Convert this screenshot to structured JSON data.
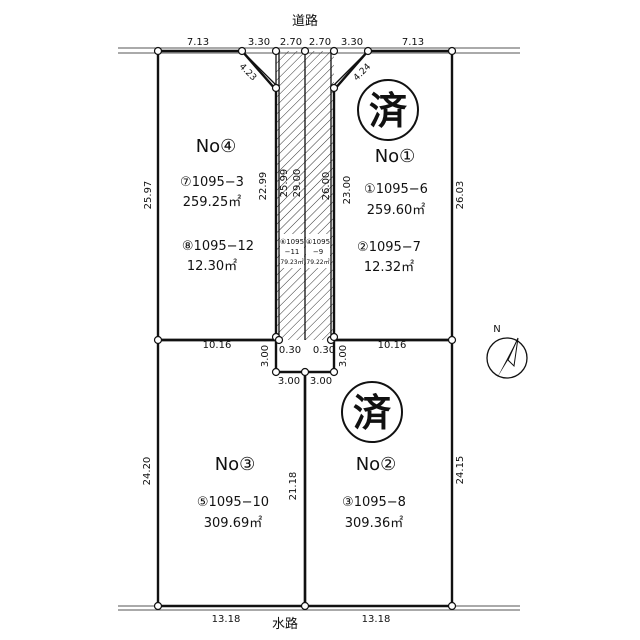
{
  "roads": {
    "top": "道路",
    "bottom": "水路"
  },
  "frontage": {
    "top_left": "7.13",
    "top_a": "3.30",
    "top_b": "2.70",
    "top_c": "2.70",
    "top_d": "3.30",
    "top_right": "7.13",
    "corner_left": "4.23",
    "corner_right": "4.24",
    "bottom_left": "13.18",
    "bottom_right": "13.18"
  },
  "lots": {
    "no4": {
      "title": "No④",
      "lot1": "⑦1095−3",
      "area1": "259.25㎡",
      "lot2": "⑧1095−12",
      "area2": "12.30㎡"
    },
    "no1": {
      "title": "No①",
      "lot1": "①1095−6",
      "area1": "259.60㎡",
      "lot2": "②1095−7",
      "area2": "12.32㎡",
      "stamp": "済"
    },
    "no3": {
      "title": "No③",
      "lot1": "⑤1095−10",
      "area1": "309.69㎡"
    },
    "no2": {
      "title": "No②",
      "lot1": "③1095−8",
      "area1": "309.36㎡",
      "stamp": "済"
    }
  },
  "strips": {
    "left": {
      "lot_a": "⑥1095",
      "lot_b": "−11",
      "area": "79.23㎡"
    },
    "right": {
      "lot_a": "④1095",
      "lot_b": "−9",
      "area": "79.22㎡"
    }
  },
  "dims": {
    "no4_left": "25.97",
    "no4_right": "22.99",
    "strip_l1": "25.99",
    "strip_l2": "29.00",
    "strip_r1": "26.00",
    "no1_left": "23.00",
    "no1_right": "26.03",
    "mid_left": "10.16",
    "mid_right": "10.16",
    "small_l": "0.30",
    "small_r": "0.30",
    "small_lv": "3.00",
    "small_rv": "3.00",
    "bot_l": "3.00",
    "bot_r": "3.00",
    "no3_left": "24.20",
    "center_v": "21.18",
    "no2_right": "24.15"
  },
  "compass": {
    "label": "N"
  }
}
